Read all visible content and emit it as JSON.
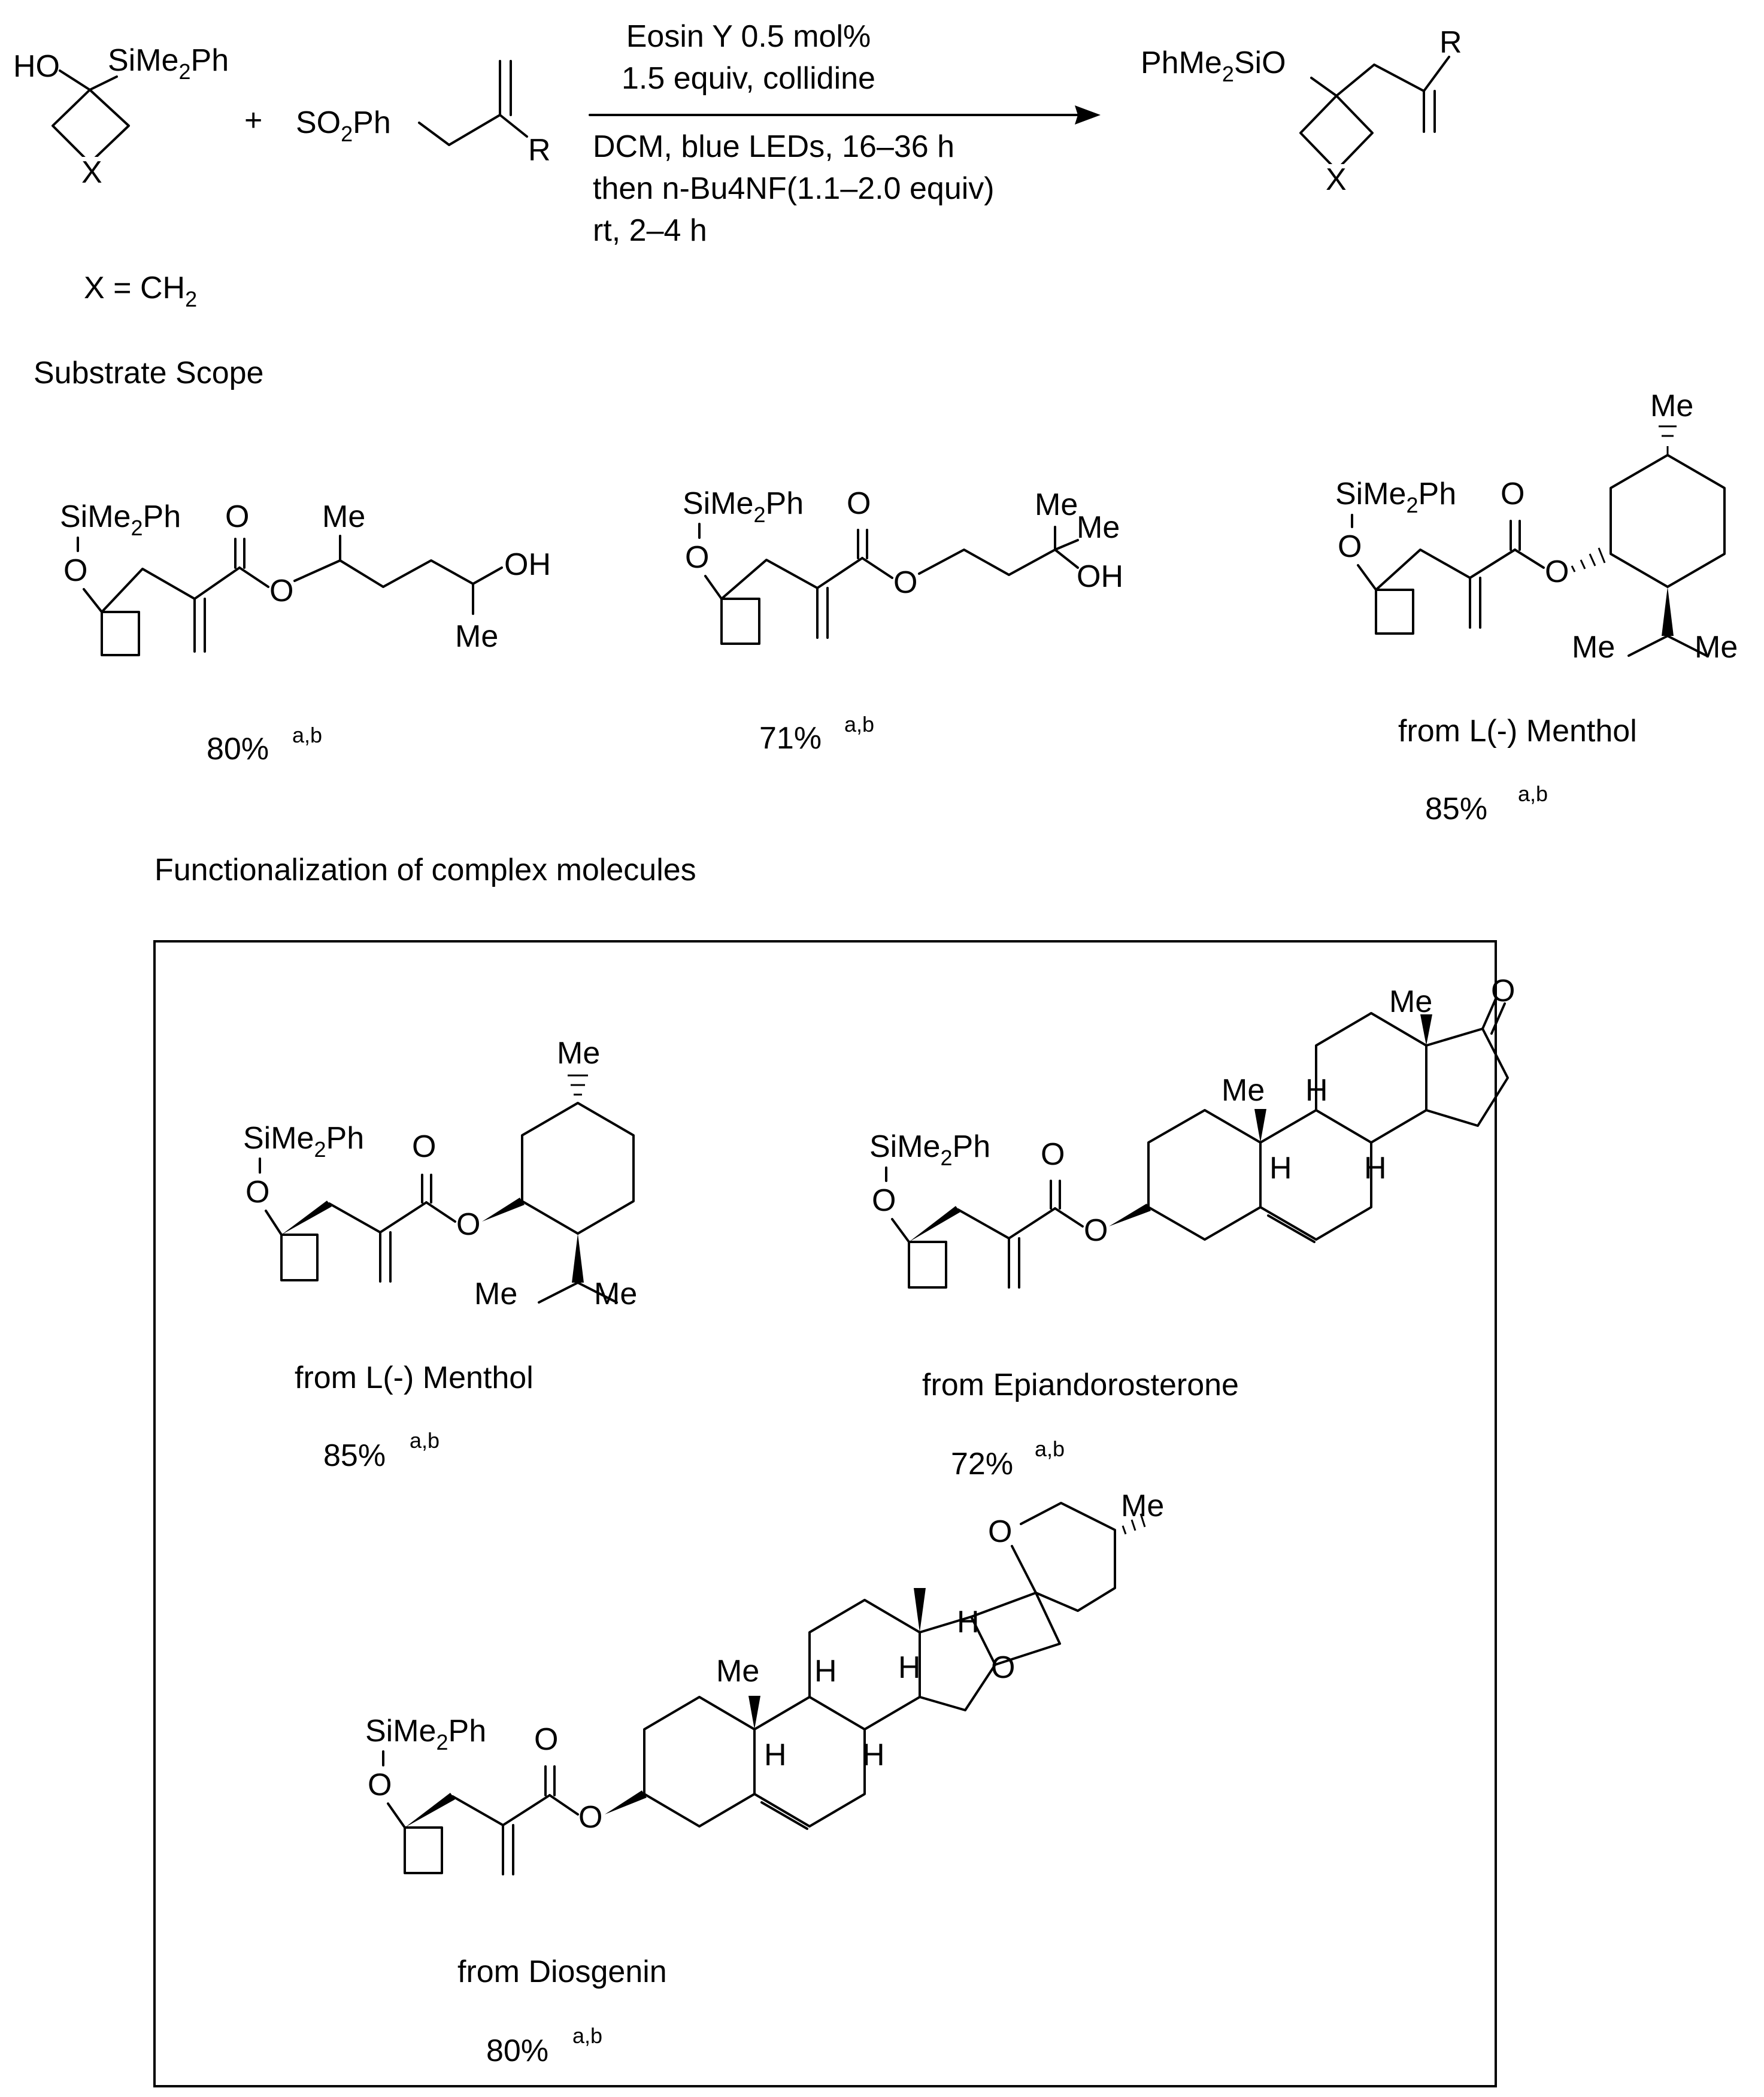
{
  "reaction": {
    "reactant1": {
      "ho": "HO",
      "si_group": "SiMe",
      "si_sub": "2",
      "si_tail": "Ph",
      "ring_x": "X"
    },
    "plus": "+",
    "reactant2": {
      "so2": "SO",
      "so2_sub": "2",
      "so2_tail": "Ph",
      "r": "R"
    },
    "conditions_above": [
      "Eosin Y 0.5 mol%",
      "1.5 equiv, collidine"
    ],
    "conditions_below": [
      "DCM, blue LEDs, 16–36 h",
      "then n-Bu4NF(1.1–2.0 equiv)",
      "rt, 2–4 h"
    ],
    "product": {
      "silyl": "PhMe",
      "silyl_sub": "2",
      "silyl_tail": "SiO",
      "r": "R",
      "ring_x": "X"
    },
    "x_definition": {
      "text": "X = CH",
      "sub": "2"
    }
  },
  "sections": {
    "substrate_scope": "Substrate Scope",
    "functionalization": "Functionalization of complex molecules"
  },
  "compounds": [
    {
      "id": "c1",
      "yield": "80%",
      "note": "a,b",
      "source": ""
    },
    {
      "id": "c2",
      "yield": "71%",
      "note": "a,b",
      "source": ""
    },
    {
      "id": "c3",
      "yield": "85%",
      "note": "a,b",
      "source": "from L(-) Menthol"
    },
    {
      "id": "c4",
      "yield": "85%",
      "note": "a,b",
      "source": "from L(-) Menthol"
    },
    {
      "id": "c5",
      "yield": "72%",
      "note": "a,b",
      "source": "from Epiandorosterone"
    },
    {
      "id": "c6",
      "yield": "80%",
      "note": "a,b",
      "source": "from Diosgenin"
    }
  ],
  "atoms": {
    "si": "SiMe",
    "si_sub": "2",
    "si_tail": "Ph",
    "o": "O",
    "oh": "OH",
    "me": "Me",
    "h": "H"
  }
}
